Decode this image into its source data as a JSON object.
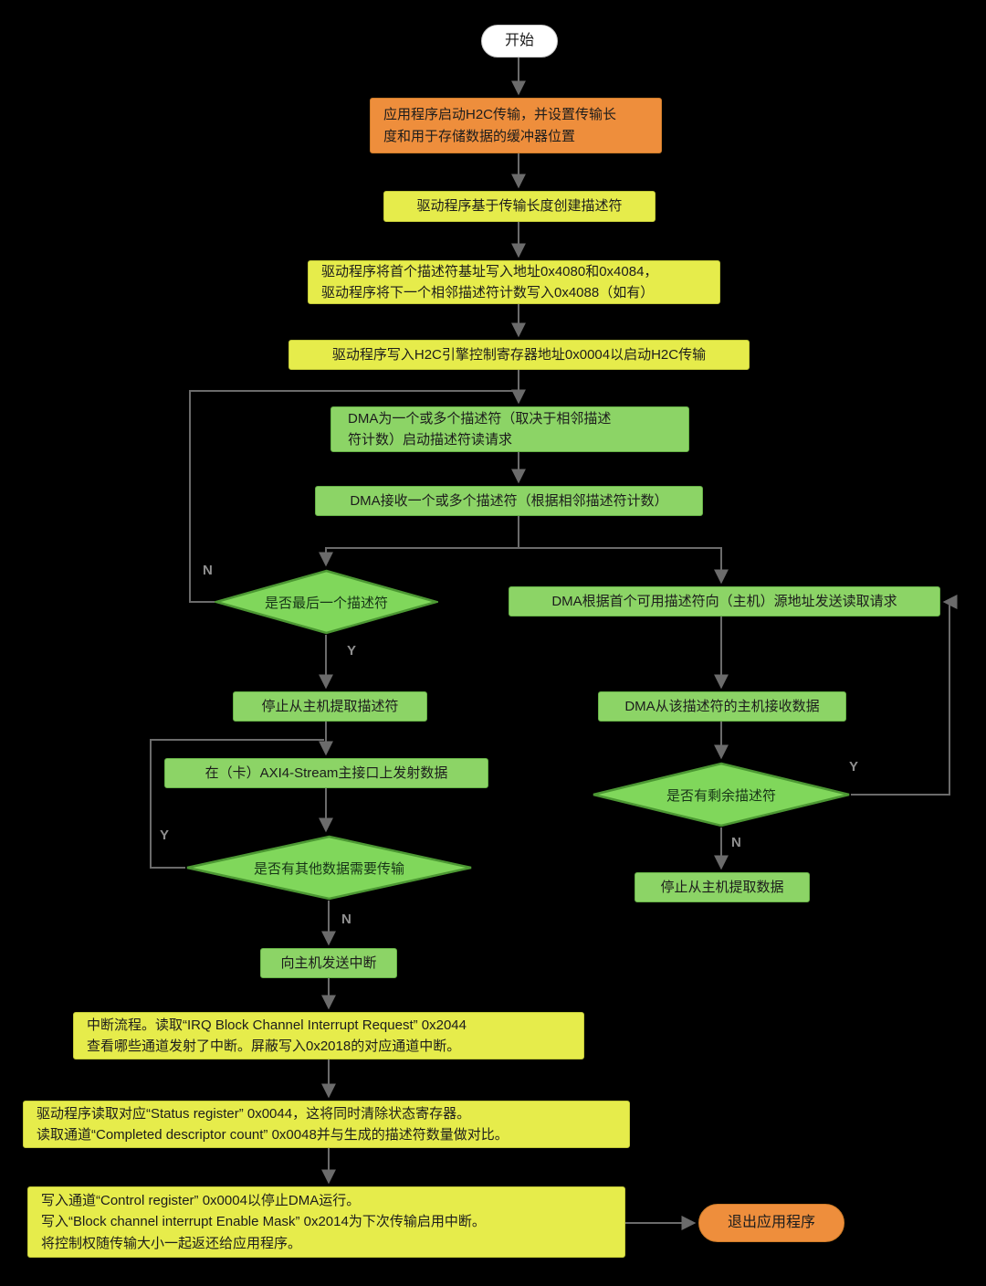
{
  "colors": {
    "background": "#000000",
    "orange": "#EE8E3C",
    "yellow": "#E6EC4B",
    "green": "#8CD466",
    "diamond_fill": "#80D75B",
    "diamond_border": "#4C9833",
    "arrow": "#6B6B6B",
    "start_fill": "#FFFFFF",
    "label": "#909090"
  },
  "nodes": {
    "start": "开始",
    "app_start": "应用程序启动H2C传输，并设置传输长\n度和用于存储数据的缓冲器位置",
    "create_desc": "驱动程序基于传输长度创建描述符",
    "write_base": "驱动程序将首个描述符基址写入地址0x4080和0x4084，\n驱动程序将下一个相邻描述符计数写入0x4088（如有）",
    "write_ctrl": "驱动程序写入H2C引擎控制寄存器地址0x0004以启动H2C传输",
    "fetch_req": "DMA为一个或多个描述符（取决于相邻描述\n符计数）启动描述符读请求",
    "recv_desc": "DMA接收一个或多个描述符（根据相邻描述符计数）",
    "last_desc": "是否最后一个描述符",
    "read_req": "DMA根据首个可用描述符向（主机）源地址发送读取请求",
    "stop_fetch_desc": "停止从主机提取描述符",
    "recv_data": "DMA从该描述符的主机接收数据",
    "axi4": "在（卡）AXI4-Stream主接口上发射数据",
    "remaining": "是否有剩余描述符",
    "more_data": "是否有其他数据需要传输",
    "stop_fetch_data": "停止从主机提取数据",
    "interrupt": "向主机发送中断",
    "irq_flow": "中断流程。读取“IRQ Block Channel Interrupt Request” 0x2044\n查看哪些通道发射了中断。屏蔽写入0x2018的对应通道中断。",
    "status_reg": "驱动程序读取对应“Status register” 0x0044，这将同时清除状态寄存器。\n读取通道“Completed descriptor count” 0x0048并与生成的描述符数量做对比。",
    "stop_dma": "写入通道“Control register” 0x0004以停止DMA运行。\n写入“Block channel interrupt Enable Mask” 0x2014为下次传输启用中断。\n将控制权随传输大小一起返还给应用程序。",
    "exit": "退出应用程序"
  },
  "edge_labels": {
    "last_desc_no": "N",
    "last_desc_yes": "Y",
    "more_data_yes": "Y",
    "more_data_no": "N",
    "remaining_yes": "Y",
    "remaining_no": "N"
  }
}
